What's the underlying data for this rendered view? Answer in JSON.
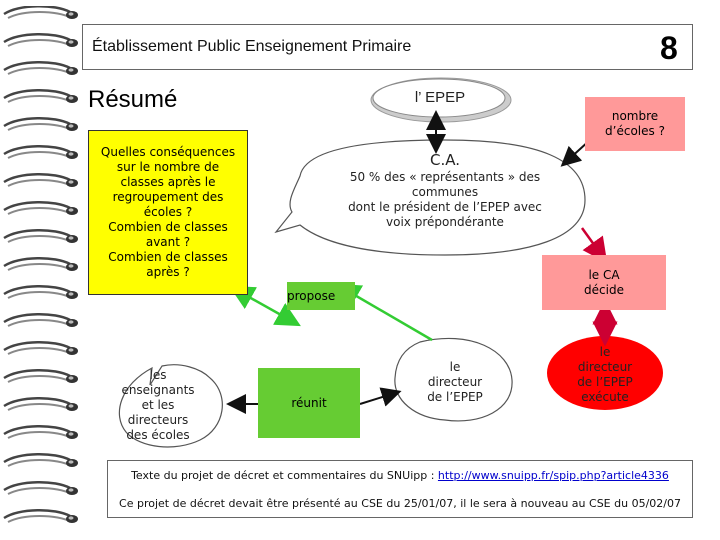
{
  "header": {
    "title": "Établissement Public Enseignement Primaire",
    "slide_number": "8"
  },
  "resume_title": "Résumé",
  "question_box": {
    "lines": [
      "Quelles conséquences",
      "sur le nombre de",
      "classes après le",
      "regroupement des",
      "écoles ?",
      "Combien de classes",
      "avant ?",
      "Combien de classes",
      "après ?"
    ]
  },
  "nodes": {
    "epep": "l’ EPEP",
    "nombre_ecoles_line1": "nombre",
    "nombre_ecoles_line2": "d’écoles ?",
    "ca_title": "C.A.",
    "ca_text_line1": "50 % des « représentants » des",
    "ca_text_line2": "communes",
    "ca_text_line3": "dont le président de l’EPEP avec",
    "ca_text_line4": "voix prépondérante",
    "ca_decide_line1": "le CA",
    "ca_decide_line2": "décide",
    "propose": "propose",
    "enseignants_line1": "les",
    "enseignants_line2": "enseignants",
    "enseignants_line3": "et les",
    "enseignants_line4": "directeurs",
    "enseignants_line5": "des écoles",
    "reunit": "réunit",
    "directeur_line1": "le",
    "directeur_line2": "directeur",
    "directeur_line3": "de l’EPEP",
    "executes_line1": "le",
    "executes_line2": "directeur",
    "executes_line3": "de l’EPEP",
    "executes_line4": "exécute"
  },
  "footer": {
    "line1_text": "Texte du projet de décret et commentaires du SNUipp : ",
    "line1_link": "http://www.snuipp.fr/spip.php?article4336",
    "line2_text": "Ce projet de décret devait être présenté au CSE du 25/01/07, il le sera à nouveau au CSE du 05/02/07"
  },
  "colors": {
    "yellow": "#ffff00",
    "pink": "#ff9999",
    "red_ellipse": "#ff0000",
    "green": "#66cc33",
    "arrow_green": "#33cc33",
    "arrow_red": "#cc0033",
    "arrow_dark": "#111111"
  },
  "icons": {
    "binding": "spiral-binding-icon"
  }
}
